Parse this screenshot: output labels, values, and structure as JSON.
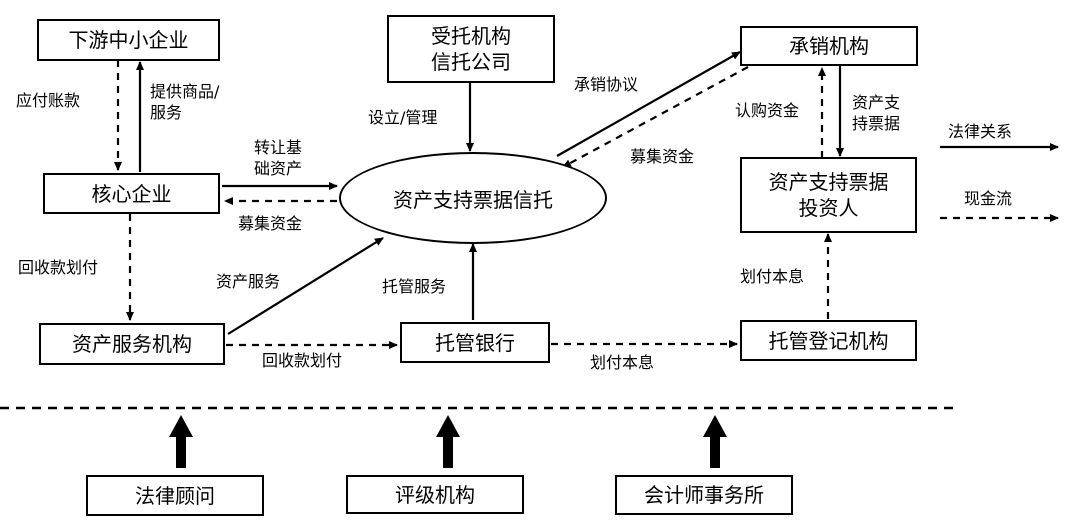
{
  "nodes": {
    "downstream_sme": "下游中小企业",
    "trustee": "受托机构\n信托公司",
    "underwriter": "承销机构",
    "core_enterprise": "核心企业",
    "trust": "资产支持票据信托",
    "investor": "资产支持票据\n投资人",
    "servicer": "资产服务机构",
    "custodian_bank": "托管银行",
    "registrar": "托管登记机构",
    "legal_advisor": "法律顾问",
    "rating_agency": "评级机构",
    "accounting_firm": "会计师事务所"
  },
  "edges": {
    "payables": "应付账款",
    "goods_services": "提供商品/\n服务",
    "transfer_assets": "转让基\n础资产",
    "raise_funds_core": "募集资金",
    "setup_manage": "设立/管理",
    "underwriting_agreement": "承销协议",
    "raise_funds_trust": "募集资金",
    "subscription_funds": "认购资金",
    "abn": "资产支\n持票据",
    "collection_transfer_1": "回收款划付",
    "asset_service": "资产服务",
    "custody_service": "托管服务",
    "collection_transfer_2": "回收款划付",
    "principal_interest_1": "划付本息",
    "principal_interest_2": "划付本息"
  },
  "legend": {
    "legal_relation": "法律关系",
    "cash_flow": "现金流"
  }
}
